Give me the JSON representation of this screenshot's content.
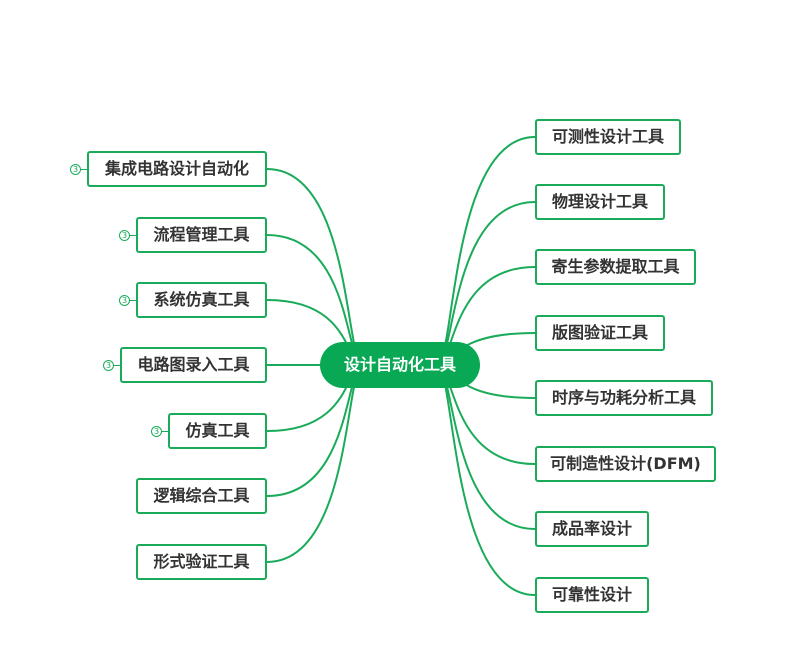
{
  "mindmap": {
    "center": "设计自动化工具",
    "left": [
      {
        "label": "集成电路设计自动化",
        "badge": "3"
      },
      {
        "label": "流程管理工具",
        "badge": "3"
      },
      {
        "label": "系统仿真工具",
        "badge": "3"
      },
      {
        "label": "电路图录入工具",
        "badge": "3"
      },
      {
        "label": "仿真工具",
        "badge": "3"
      },
      {
        "label": "逻辑综合工具"
      },
      {
        "label": "形式验证工具"
      }
    ],
    "right": [
      {
        "label": "可测性设计工具"
      },
      {
        "label": "物理设计工具"
      },
      {
        "label": "寄生参数提取工具"
      },
      {
        "label": "版图验证工具"
      },
      {
        "label": "时序与功耗分析工具"
      },
      {
        "label": "可制造性设计(DFM)"
      },
      {
        "label": "成品率设计"
      },
      {
        "label": "可靠性设计"
      }
    ],
    "colors": {
      "accent": "#1aab5a",
      "center_fill": "#08a854",
      "text": "#333333"
    }
  }
}
